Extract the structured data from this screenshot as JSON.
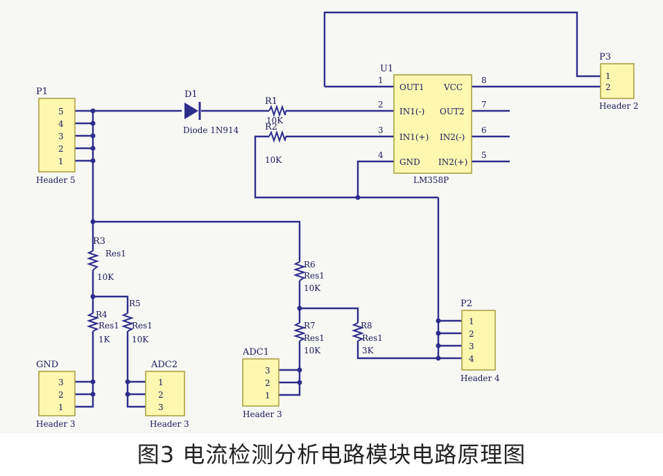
{
  "colors": {
    "wire": "#2d2d8c",
    "component_fill": "#fdf7b0",
    "component_stroke": "#a89a3a",
    "ic_fill": "#fdf7b0",
    "text": "#1a1a5a",
    "diode": "#2d2d8c"
  },
  "caption": "图3  电流检测分析电路模块电路原理图",
  "components": {
    "u1": {
      "ref": "U1",
      "part": "LM358P",
      "pins_left": [
        {
          "num": "1",
          "name": "OUT1"
        },
        {
          "num": "2",
          "name": "IN1(-)"
        },
        {
          "num": "3",
          "name": "IN1(+)"
        },
        {
          "num": "4",
          "name": "GND"
        }
      ],
      "pins_right": [
        {
          "num": "8",
          "name": "VCC"
        },
        {
          "num": "7",
          "name": "OUT2"
        },
        {
          "num": "6",
          "name": "IN2(-)"
        },
        {
          "num": "5",
          "name": "IN2(+)"
        }
      ]
    },
    "p1": {
      "ref": "P1",
      "type": "Header 5",
      "pins": [
        "5",
        "4",
        "3",
        "2",
        "1"
      ]
    },
    "p2": {
      "ref": "P2",
      "type": "Header 4",
      "pins": [
        "1",
        "2",
        "3",
        "4"
      ]
    },
    "p3": {
      "ref": "P3",
      "type": "Header 2",
      "pins": [
        "1",
        "2"
      ]
    },
    "gnd": {
      "ref": "GND",
      "type": "Header 3",
      "pins": [
        "3",
        "2",
        "1"
      ]
    },
    "adc1": {
      "ref": "ADC1",
      "type": "Header 3",
      "pins": [
        "3",
        "2",
        "1"
      ]
    },
    "adc2": {
      "ref": "ADC2",
      "type": "Header 3",
      "pins": [
        "1",
        "2",
        "3"
      ]
    },
    "d1": {
      "ref": "D1",
      "type": "Diode 1N914"
    },
    "r1": {
      "ref": "R1",
      "value": "10K"
    },
    "r2": {
      "ref": "R2",
      "value": "10K"
    },
    "r3": {
      "ref": "R3",
      "type": "Res1",
      "value": "10K"
    },
    "r4": {
      "ref": "R4",
      "type": "Res1",
      "value": "1K"
    },
    "r5": {
      "ref": "R5",
      "type": "Res1",
      "value": "10K"
    },
    "r6": {
      "ref": "R6",
      "type": "Res1",
      "value": "10K"
    },
    "r7": {
      "ref": "R7",
      "type": "Res1",
      "value": "10K"
    },
    "r8": {
      "ref": "R8",
      "type": "Res1",
      "value": "3K"
    }
  }
}
